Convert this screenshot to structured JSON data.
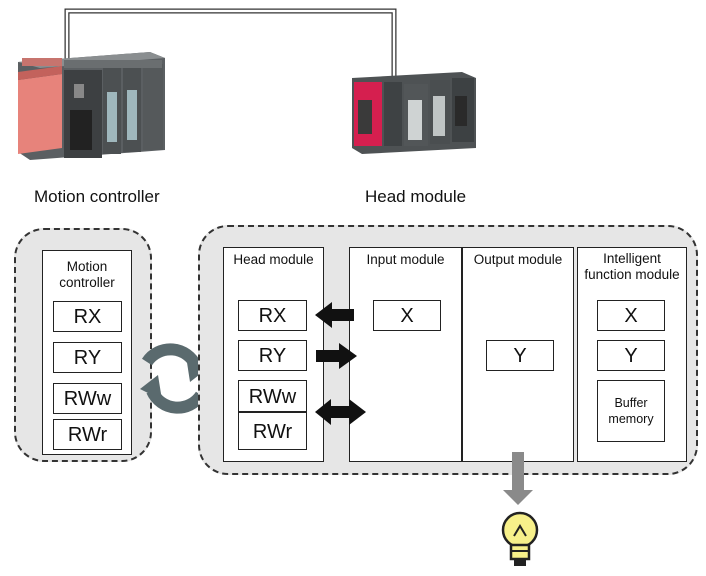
{
  "labels": {
    "controller_caption": "Motion controller",
    "head_caption": "Head module"
  },
  "controller_box": {
    "title": "Motion controller",
    "devices": [
      "RX",
      "RY",
      "RWw",
      "RWr"
    ]
  },
  "head_box": {
    "head_column": {
      "title": "Head module",
      "devices": [
        "RX",
        "RY",
        "RWw",
        "RWr"
      ]
    },
    "input_column": {
      "title": "Input module",
      "devices": [
        "X"
      ]
    },
    "output_column": {
      "title": "Output module",
      "devices": [
        "Y"
      ]
    },
    "intelligent_column": {
      "title": "Intelligent function module",
      "devices": [
        "X",
        "Y",
        "Buffer memory"
      ]
    }
  },
  "icons": {
    "controller_hardware": "plc-rack-icon",
    "head_hardware": "head-module-rack-icon",
    "refresh": "cyclic-refresh-icon",
    "lamp": "light-bulb-icon"
  },
  "colors": {
    "group_fill": "#e6e6e6",
    "arrow": "#111111",
    "refresh": "#5a6a6e",
    "output_arrow": "#8a8a8a",
    "bulb": "#f7f08a"
  }
}
